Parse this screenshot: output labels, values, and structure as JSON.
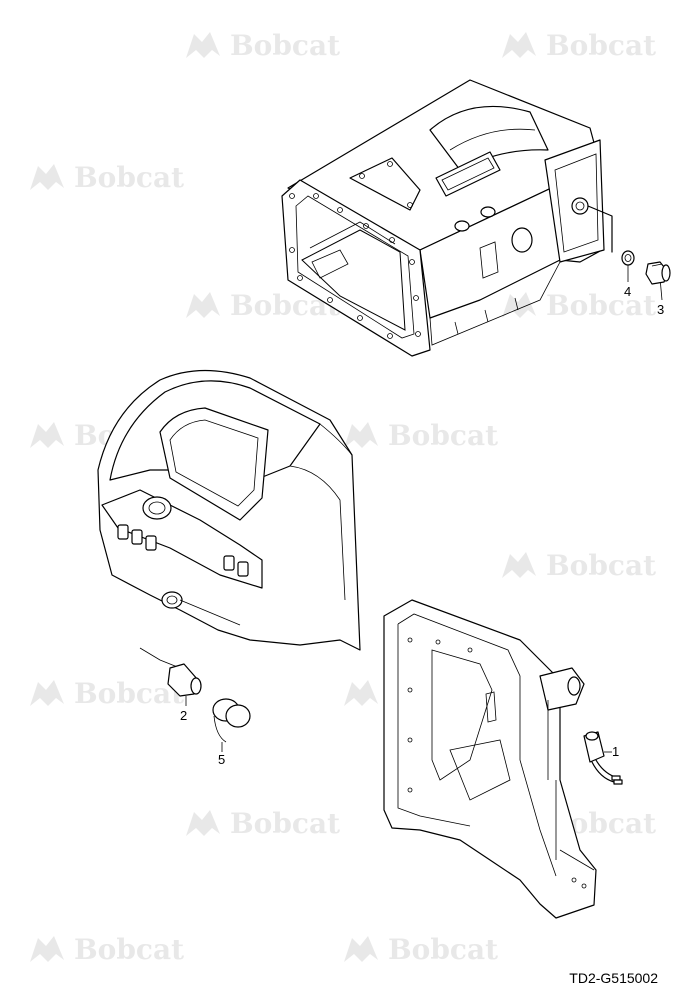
{
  "watermark": {
    "text": "Bobcat",
    "logo": "bobcat-logo-icon",
    "color": "#9a9a9a"
  },
  "callouts": [
    {
      "id": "callout-1",
      "label": "1"
    },
    {
      "id": "callout-2",
      "label": "2"
    },
    {
      "id": "callout-3",
      "label": "3"
    },
    {
      "id": "callout-4",
      "label": "4"
    },
    {
      "id": "callout-5",
      "label": "5"
    }
  ],
  "figure_code": "TD2-G515002",
  "parts": [
    {
      "name": "transmission-housing",
      "label": ""
    },
    {
      "name": "dashboard-panel",
      "label": ""
    },
    {
      "name": "rops-frame",
      "label": ""
    }
  ]
}
